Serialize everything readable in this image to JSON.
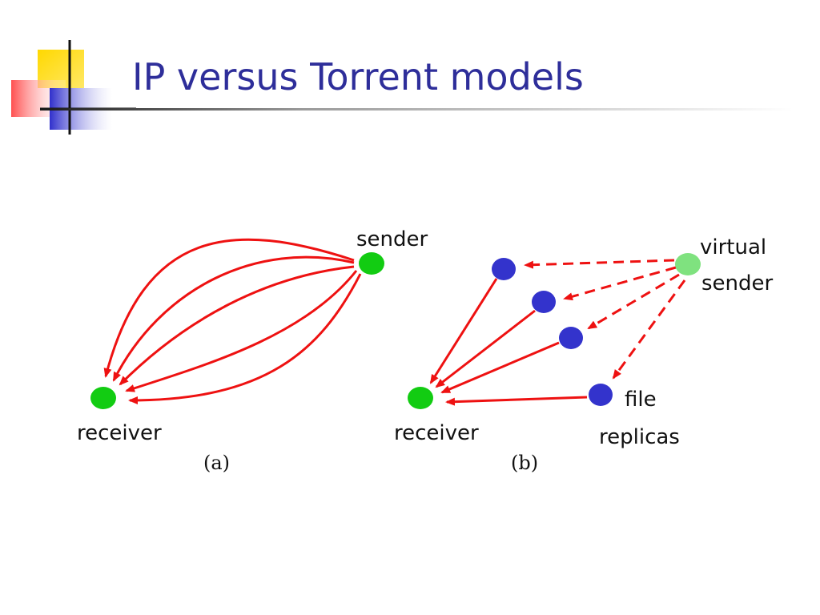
{
  "slide": {
    "title": "IP versus Torrent models",
    "title_color": "#2e2e9a"
  },
  "diagram_a": {
    "caption": "(a)",
    "sender_label": "sender",
    "receiver_label": "receiver",
    "node_color": "#12cc12",
    "arrow_color": "#ee1111",
    "arrow_style": "solid",
    "connection_count": 5
  },
  "diagram_b": {
    "caption": "(b)",
    "virtual_sender_label_line1": "virtual",
    "virtual_sender_label_line2": "sender",
    "file_replicas_label_line1": "file",
    "file_replicas_label_line2": "replicas",
    "receiver_label": "receiver",
    "virtual_sender_color": "#7fe27f",
    "replica_color": "#3333cc",
    "receiver_color": "#12cc12",
    "arrow_color": "#ee1111",
    "replica_count": 4,
    "dashed_arrow_style": "dashed",
    "solid_arrow_style": "solid"
  }
}
